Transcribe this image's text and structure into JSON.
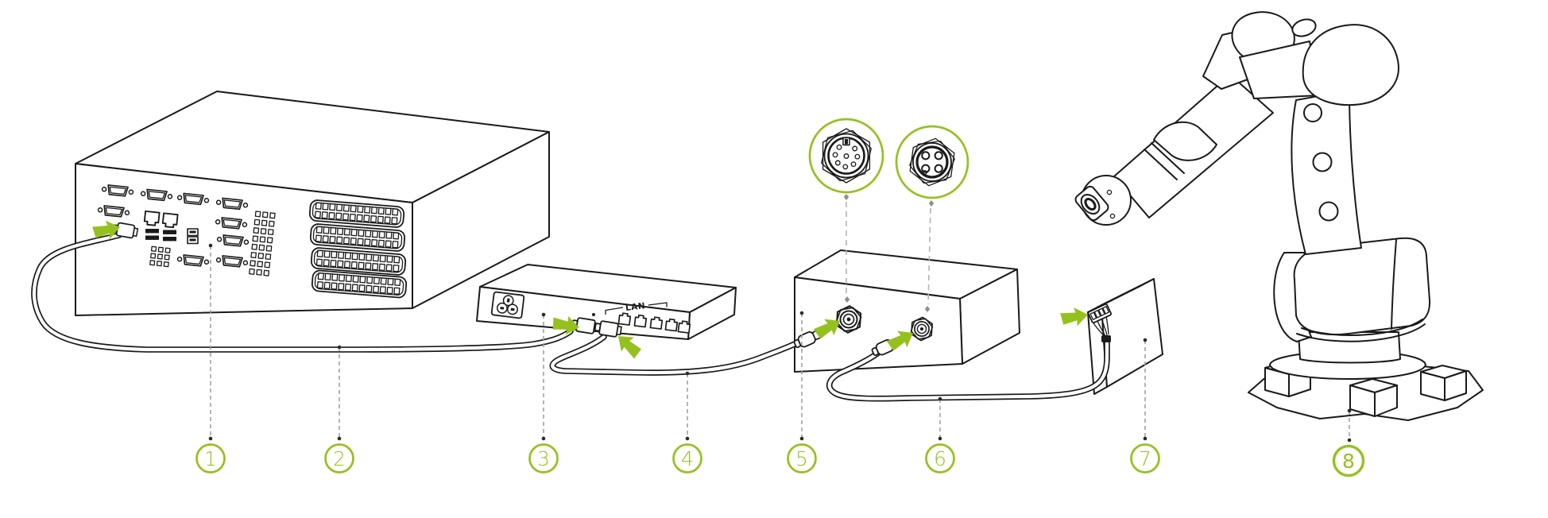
{
  "colors": {
    "accent_green": "#95c11f",
    "line_black": "#1a1a1a",
    "leader_gray": "#9c9c9c",
    "background": "#ffffff"
  },
  "switch": {
    "lan_label": "LAN"
  },
  "connector_details": {
    "left_connector_pins": "8",
    "right_connector_pins": "4"
  },
  "callouts": [
    {
      "label": "1"
    },
    {
      "label": "2"
    },
    {
      "label": "3"
    },
    {
      "label": "4"
    },
    {
      "label": "5"
    },
    {
      "label": "6"
    },
    {
      "label": "7"
    },
    {
      "label": "8"
    }
  ]
}
